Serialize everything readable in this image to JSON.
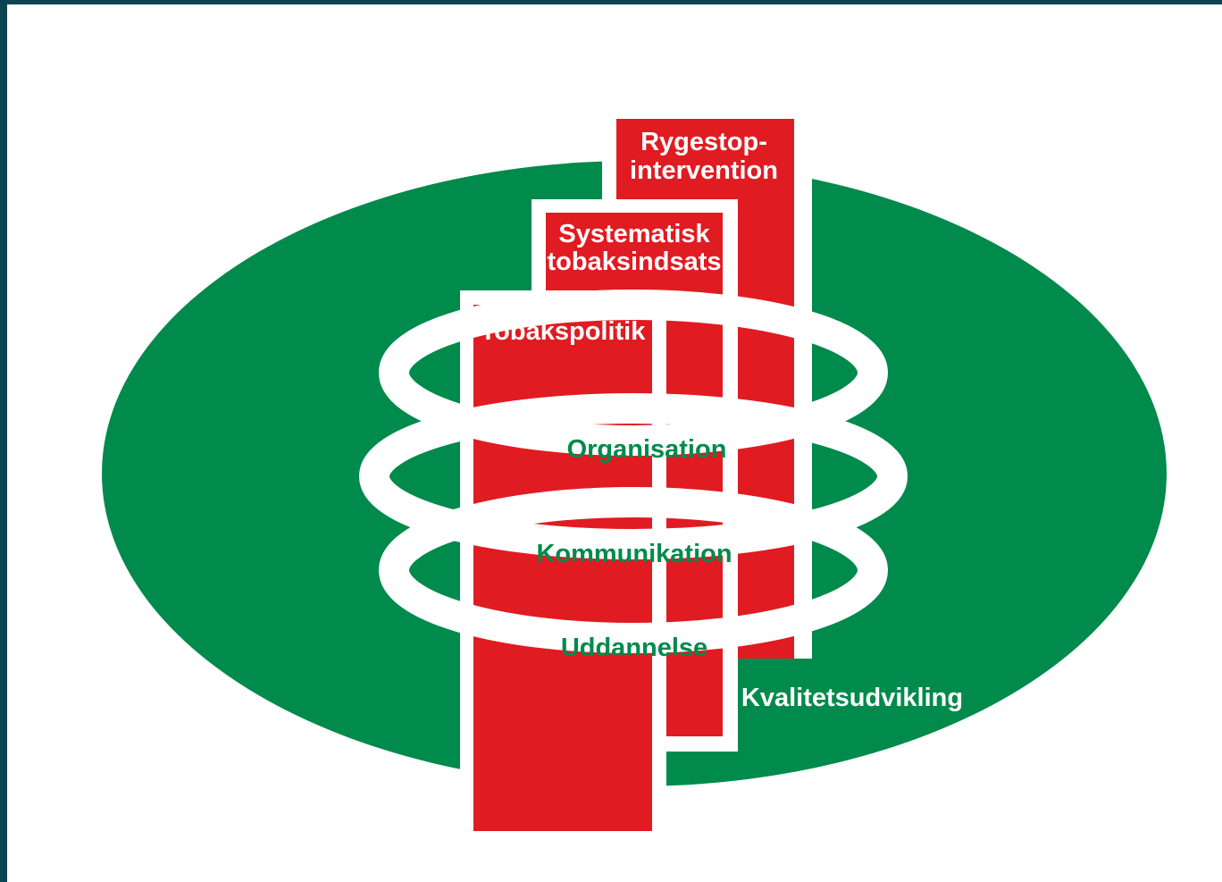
{
  "diagram": {
    "pillars": [
      {
        "line1": "Rygestop-",
        "line2": "intervention"
      },
      {
        "line1": "Systematisk",
        "line2": "tobaksindsats"
      },
      {
        "line1": "Tobakspolitik"
      }
    ],
    "rings": [
      {
        "label": "Organisation"
      },
      {
        "label": "Kommunikation"
      },
      {
        "label": "Uddannelse"
      }
    ],
    "base_label": "Kvalitetsudvikling",
    "colors": {
      "green": "#008a4b",
      "red": "#e11b22",
      "white": "#ffffff",
      "border": "#0b4452"
    }
  }
}
